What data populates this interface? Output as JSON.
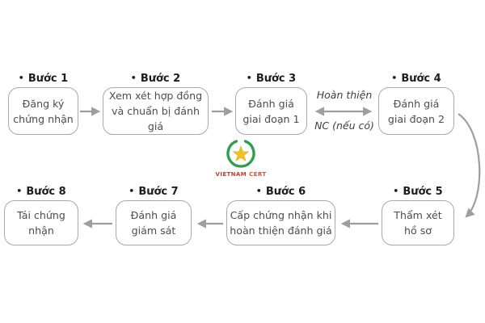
{
  "bullet": "•",
  "steps": [
    {
      "label": "Bước 1",
      "lines": [
        "Đăng ký",
        "chứng nhận"
      ]
    },
    {
      "label": "Bước 2",
      "lines": [
        "Xem xét hợp đồng",
        "và chuẩn bị đánh giá"
      ]
    },
    {
      "label": "Bước 3",
      "lines": [
        "Đánh giá",
        "giai đoạn 1"
      ]
    },
    {
      "label": "Bước 4",
      "lines": [
        "Đánh giá",
        "giai đoạn 2"
      ]
    },
    {
      "label": "Bước 5",
      "lines": [
        "Thẩm xét",
        "hồ sơ"
      ]
    },
    {
      "label": "Bước 6",
      "lines": [
        "Cấp chứng nhận khi",
        "hoàn thiện đánh giá"
      ]
    },
    {
      "label": "Bước 7",
      "lines": [
        "Đánh giá",
        "giám sát"
      ]
    },
    {
      "label": "Bước 8",
      "lines": [
        "Tái chứng",
        "nhận"
      ]
    }
  ],
  "annotations": {
    "between_3_4_top": "Hoàn thiện",
    "between_3_4_bottom": "NC (nếu có)"
  },
  "logo": {
    "word1": "VIETNAM",
    "word2": "CERT"
  },
  "colors": {
    "box_border": "#a9a9a9",
    "arrow": "#9e9e9e",
    "box_text": "#4d4d4d",
    "label_text": "#1d1d1d",
    "logo_green": "#2e9e4c",
    "star_gold": "#f2c21e",
    "logo_red_dark": "#c23b2e",
    "logo_red_bright": "#e44b30"
  }
}
